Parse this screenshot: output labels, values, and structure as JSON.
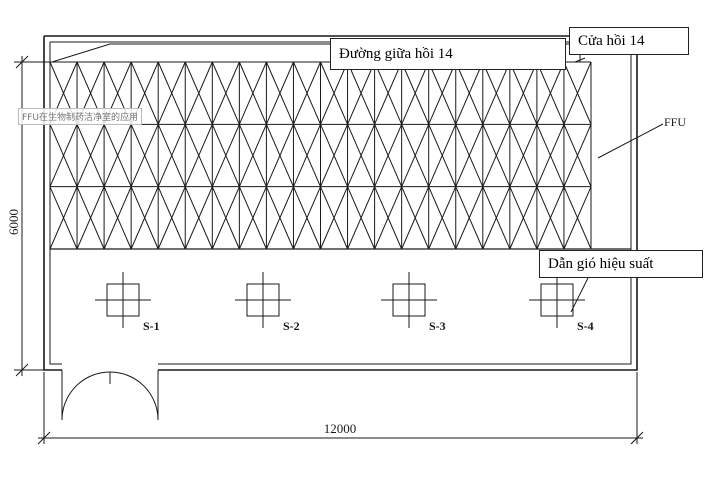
{
  "callouts": {
    "middle_return": "Đường giữa hồi 14",
    "return_door": "Cửa hồi 14",
    "air_guide": "Dẫn gió hiệu suất"
  },
  "labels": {
    "ffu": "FFU",
    "dim_width": "12000",
    "dim_height": "6000",
    "watermark": "FFU在生物制药洁净室的应用"
  },
  "samples": [
    {
      "label": "S-1"
    },
    {
      "label": "S-2"
    },
    {
      "label": "S-3"
    },
    {
      "label": "S-4"
    }
  ],
  "grid": {
    "columns": 20,
    "rows": 3
  },
  "colors": {
    "line": "#1a1a1a",
    "background": "#ffffff"
  }
}
